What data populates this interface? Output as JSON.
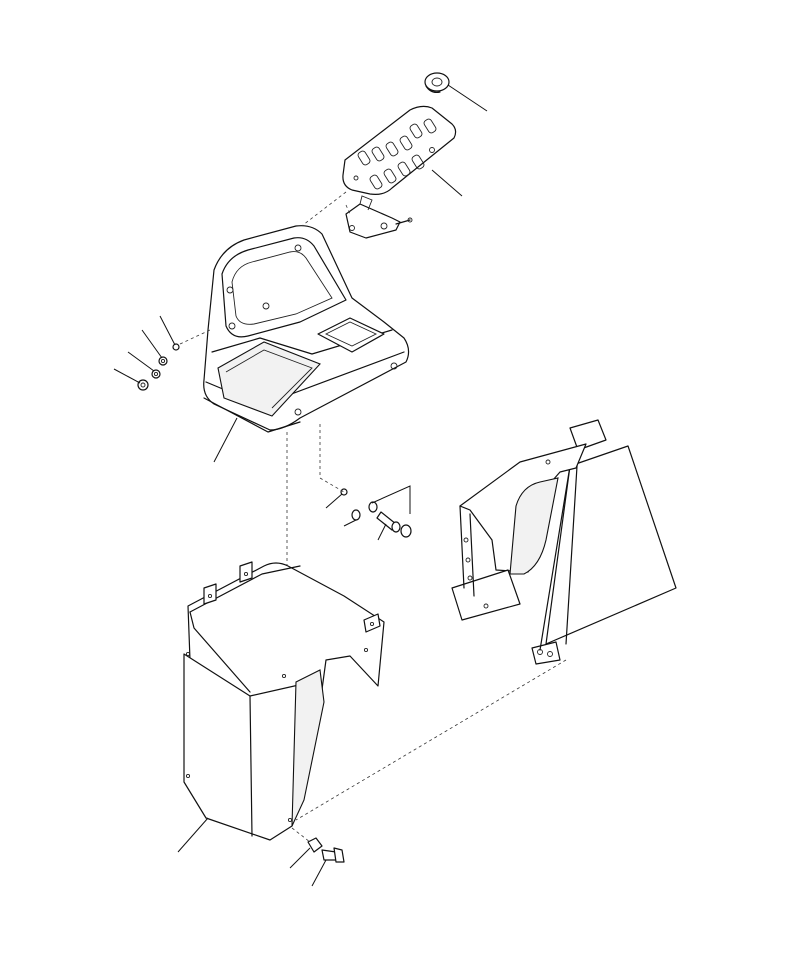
{
  "diagram": {
    "kind": "exploded-parts-view",
    "parts": [
      "cap",
      "switch-panel",
      "switch-bracket",
      "dash-top-cover",
      "mount-nuts-left",
      "bolt-and-washers",
      "support-frame",
      "lower-console-cover",
      "bottom-bolt"
    ]
  }
}
